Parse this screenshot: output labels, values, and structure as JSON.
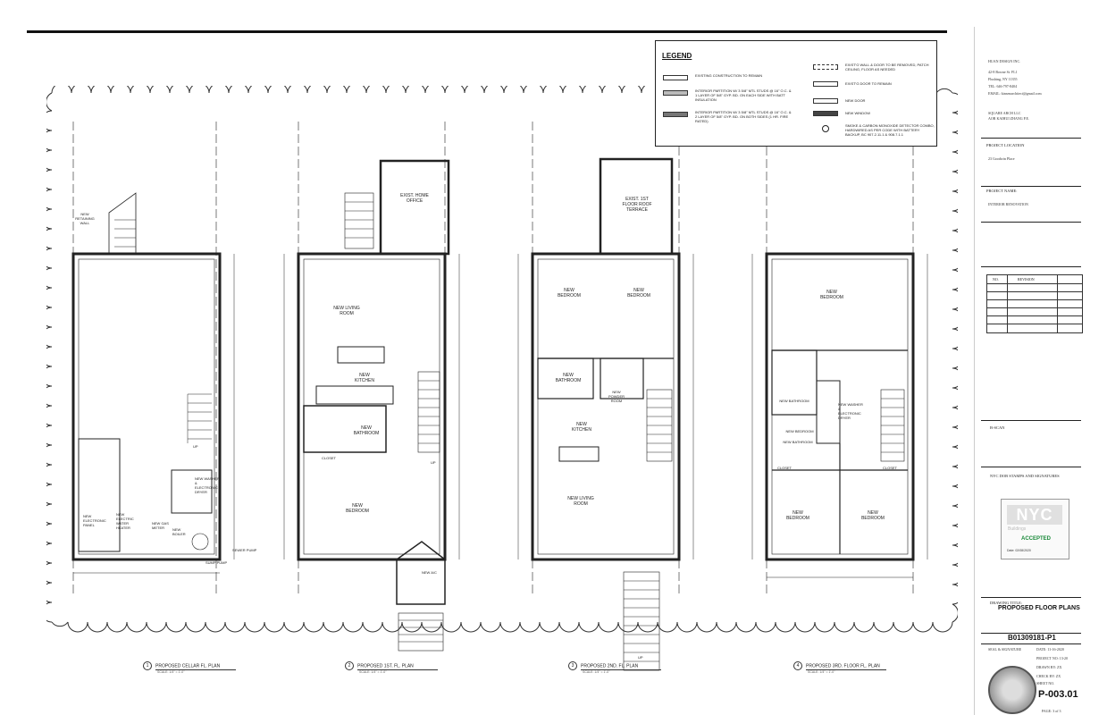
{
  "legend": {
    "title": "LEGEND",
    "items": [
      "EXISTING CONSTRUCTION TO REMAIN",
      "INTERIOR PARTITION W/ 3 5/8\" MTL STUDS @ 16\" O.C. & 1 LAYER OF 5/8\" GYP. BD. ON EACH SIDE WITH BATT INSULATION",
      "INTERIOR PARTITION W/ 3 5/8\" MTL STUDS @ 16\" O.C. & 2 LAYER OF 5/8\" GYP. BD. ON BOTH SIDES (1 HR. FIRE RATED)",
      "EXIST'G WALL & DOOR TO BE REMOVED, PATCH CEILING, FLOOR AS NEEDED",
      "EXIST'G DOOR TO REMAIN",
      "NEW DOOR",
      "NEW WINDOW",
      "SMOKE & CARBON MONOXIDE DETECTOR COMBO, HARDWIRED AS PER CODE WITH BATTERY BACKUP, BC 907.2.11.1 & 908.7.1.1"
    ]
  },
  "title_block": {
    "firm_name": "HUAN DESIGN INC.",
    "firm_address_1": "42-8 Bowne St. FL1",
    "firm_address_2": "Flushing, NY 11355",
    "firm_tel": "TEL: 646-797-8404",
    "firm_email": "EMAIL: kinsenarchitect@gmail.com",
    "architect_1": "SQUARE ARCH LLC",
    "architect_2": "AOR KAIHUI ZHANG P.E.",
    "project_location_label": "PROJECT LOCATION",
    "project_location": "23 Goodwin Place",
    "project_name_label": "PROJECT NAME:",
    "project_name": "INTERIOR RENOVATION",
    "rev_no": "NO.",
    "rev_label": "REVISION",
    "bscan": "B-SCAN",
    "stamps_label": "NYC DOB STAMPS AND SIGNATURES",
    "nyc_logo": "NYC",
    "nyc_buildings": "Buildings",
    "accepted": "ACCEPTED",
    "nyc_date": "Date: 02/08/2020",
    "drawing_title_label": "DRAWING TITLE:",
    "drawing_title": "PROPOSED FLOOR PLANS",
    "job_no": "B01309181-P1",
    "seal_label": "SEAL & SIGNATURE",
    "date": "DATE: 11-16-2020",
    "project_no": "PROJECT NO: 13-20",
    "drawn_by": "DRAWN BY: ZX",
    "check_by": "CHECK BY: ZX",
    "sheet_label": "SHEET NO.",
    "sheet_no": "P-003.01",
    "page": "PAGE: 3 of 3"
  },
  "plans": [
    {
      "caption": "PROPOSED CELLAR FL. PLAN",
      "number": "1",
      "scale": "SCALE: 1/4\" = 1'-0\"",
      "rooms": [
        "NEW RETAINING WALL",
        "NEW WASHER & ELECTRONIC DRYER",
        "NEW ELECTRONIC PANEL",
        "NEW ELECTRIC WATER HEATER",
        "NEW GAS METER",
        "NEW BOILER",
        "SUMP PUMP",
        "SEWER PUMP",
        "UP"
      ]
    },
    {
      "caption": "PROPOSED 1ST. FL. PLAN",
      "number": "2",
      "scale": "SCALE: 1/4\" = 1'-0\"",
      "rooms": [
        "EXIST. HOME OFFICE",
        "NEW LIVING ROOM",
        "NEW KITCHEN",
        "NEW BATHROOM",
        "NEW BEDROOM",
        "CLOSET",
        "NEW A/C",
        "UP"
      ]
    },
    {
      "caption": "PROPOSED 2ND. FL. PLAN",
      "number": "3",
      "scale": "SCALE: 1/4\" = 1'-0\"",
      "rooms": [
        "EXIST. 1ST FLOOR ROOF TERRACE",
        "NEW BEDROOM",
        "NEW BEDROOM",
        "NEW BATHROOM",
        "NEW KITCHEN",
        "NEW LIVING ROOM",
        "NEW POWDER ROOM",
        "UP"
      ]
    },
    {
      "caption": "PROPOSED 3RD. FLOOR FL. PLAN",
      "number": "4",
      "scale": "SCALE: 1/4\" = 1'-0\"",
      "rooms": [
        "NEW BEDROOM",
        "NEW BATHROOM",
        "NEW BATHROOM",
        "NEW BEDROOM",
        "NEW BEDROOM",
        "NEW WASHER & ELECTRONIC DRYER",
        "CLOSET",
        "CLOSET"
      ]
    }
  ]
}
